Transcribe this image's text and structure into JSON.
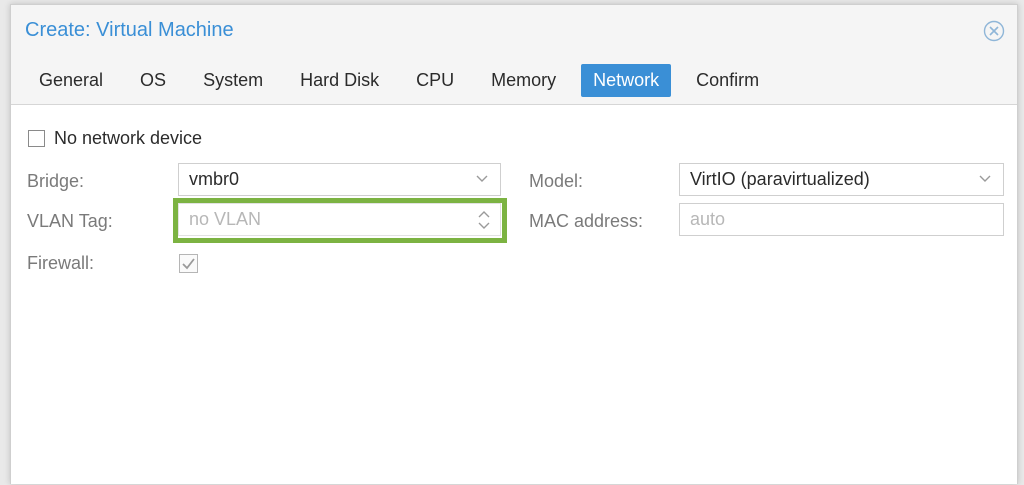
{
  "dialog": {
    "title": "Create: Virtual Machine",
    "close_icon": "close-circle-icon"
  },
  "tabs": [
    {
      "label": "General",
      "active": false
    },
    {
      "label": "OS",
      "active": false
    },
    {
      "label": "System",
      "active": false
    },
    {
      "label": "Hard Disk",
      "active": false
    },
    {
      "label": "CPU",
      "active": false
    },
    {
      "label": "Memory",
      "active": false
    },
    {
      "label": "Network",
      "active": true
    },
    {
      "label": "Confirm",
      "active": false
    }
  ],
  "form": {
    "no_network_device": {
      "label": "No network device",
      "checked": false
    },
    "bridge": {
      "label": "Bridge:",
      "value": "vmbr0"
    },
    "vlan_tag": {
      "label": "VLAN Tag:",
      "placeholder": "no VLAN"
    },
    "firewall": {
      "label": "Firewall:",
      "checked": true
    },
    "model": {
      "label": "Model:",
      "value": "VirtIO (paravirtualized)"
    },
    "mac_address": {
      "label": "MAC address:",
      "placeholder": "auto"
    }
  },
  "colors": {
    "accent": "#3a8fd6",
    "highlight": "#7cb342"
  }
}
